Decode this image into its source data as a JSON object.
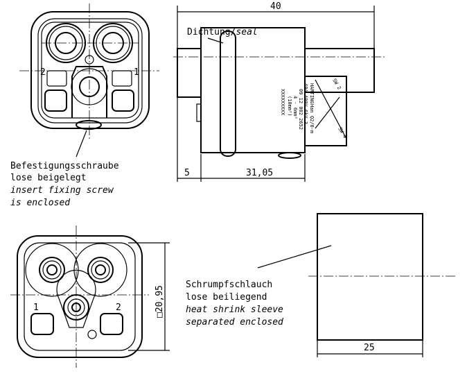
{
  "top_view": {
    "pin_left": "2",
    "pin_right": "1"
  },
  "screw_note": {
    "de_line1": "Befestigungsschraube",
    "de_line2": "lose beigelegt",
    "en_line1": "insert fixing screw",
    "en_line2": "is enclosed"
  },
  "side_view": {
    "dim_total": "40",
    "dim_left": "5",
    "dim_body": "31,05",
    "seal_de": "Dichtung/",
    "seal_en": "seal",
    "label": {
      "brand": "HARTING",
      "line1": "Han Q2/0-m",
      "line2": "40A 400V 6kV 3",
      "part_no": "09 12 002 2652",
      "wire1": "4 - 6mm²",
      "wire2": "(10mm²)",
      "serial": "XXXXXXXXX"
    },
    "sw_top": "SW 2",
    "sw_bottom": "SW 4"
  },
  "bottom_view": {
    "pin_left": "1",
    "pin_right": "2",
    "dim_square": "□20,95"
  },
  "sleeve": {
    "de_line1": "Schrumpfschlauch",
    "de_line2": "lose beiliegend",
    "en_line1": "heat shrink sleeve",
    "en_line2": "separated enclosed",
    "dim_length": "25"
  }
}
